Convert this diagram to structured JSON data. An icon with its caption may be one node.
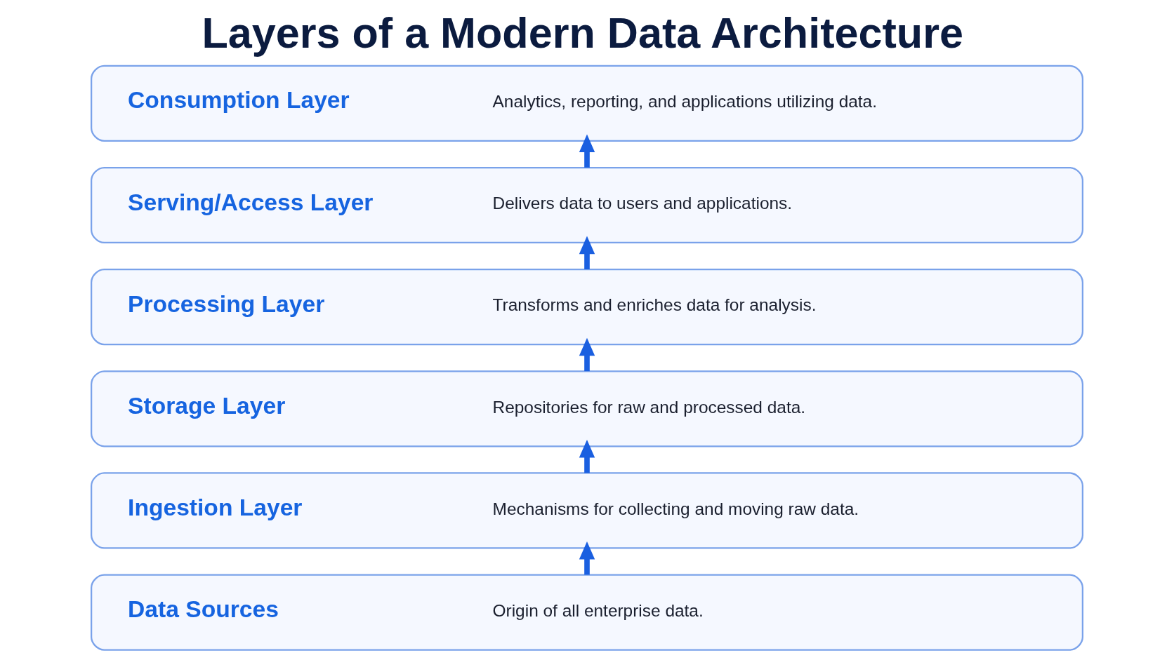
{
  "diagram": {
    "title": "Layers of a Modern Data Architecture",
    "nodes": [
      {
        "text": [
          "Consumption Layer",
          "Analytics, reporting, and applications utilizing data."
        ]
      },
      {
        "text": [
          "Serving/Access Layer",
          "Delivers data to users and applications."
        ]
      },
      {
        "text": [
          "Processing Layer",
          "Transforms and enriches data for analysis."
        ]
      },
      {
        "text": [
          "Storage Layer",
          "Repositories for raw and processed data."
        ]
      },
      {
        "text": [
          "Ingestion Layer",
          "Mechanisms for collecting and moving raw data."
        ]
      },
      {
        "text": [
          "Data Sources",
          "Origin of all enterprise data."
        ]
      }
    ],
    "edges": [
      {
        "from": 5,
        "to": 4,
        "arrow": "to"
      },
      {
        "from": 4,
        "to": 3,
        "arrow": "to"
      },
      {
        "from": 3,
        "to": 2,
        "arrow": "to"
      },
      {
        "from": 2,
        "to": 1,
        "arrow": "to"
      },
      {
        "from": 1,
        "to": 0,
        "arrow": "to"
      }
    ]
  }
}
